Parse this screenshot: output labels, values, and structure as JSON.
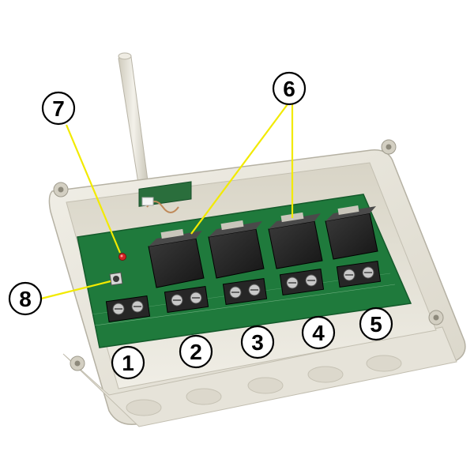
{
  "image_description_labels": {
    "callouts": [
      {
        "id": "1",
        "label": "1"
      },
      {
        "id": "2",
        "label": "2"
      },
      {
        "id": "3",
        "label": "3"
      },
      {
        "id": "4",
        "label": "4"
      },
      {
        "id": "5",
        "label": "5"
      },
      {
        "id": "6",
        "label": "6"
      },
      {
        "id": "7",
        "label": "7"
      },
      {
        "id": "8",
        "label": "8"
      }
    ]
  },
  "colors": {
    "enclosure": "#e9e6dc",
    "enclosure_shadow": "#c9c5b8",
    "pcb": "#1f7a3c",
    "relay": "#2b2b2b",
    "terminal": "#2a2a2a",
    "antenna": "#e4e1d6",
    "leader_line": "#f2ea00"
  },
  "icons": {
    "callout": "numbered-circle-icon",
    "antenna": "antenna-icon",
    "relay": "relay-icon",
    "terminal": "screw-terminal-icon",
    "button": "push-button-icon",
    "led": "led-icon"
  }
}
